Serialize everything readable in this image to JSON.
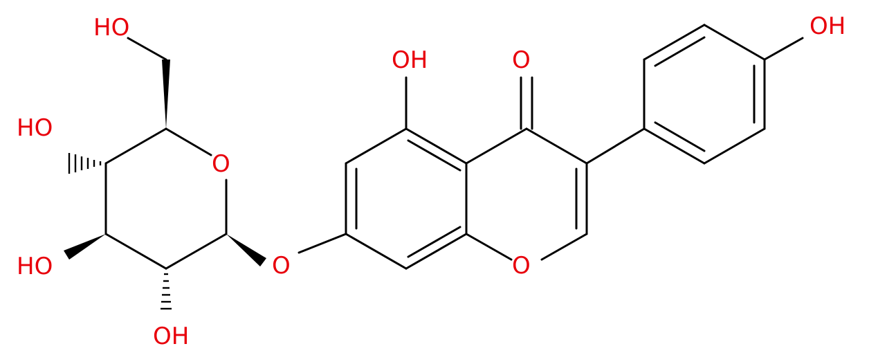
{
  "atom_color": "#e8000b",
  "bond_color": "#000000",
  "labels": {
    "ho_ch2": "HO",
    "ho_c4": "HO",
    "ho_c3": "HO",
    "oh_c2": "OH",
    "ring_o_sugar": "O",
    "glycosidic_o": "O",
    "oh_c5": "OH",
    "carbonyl_o": "O",
    "ring_o_chromone": "O",
    "oh_phenyl": "OH"
  }
}
